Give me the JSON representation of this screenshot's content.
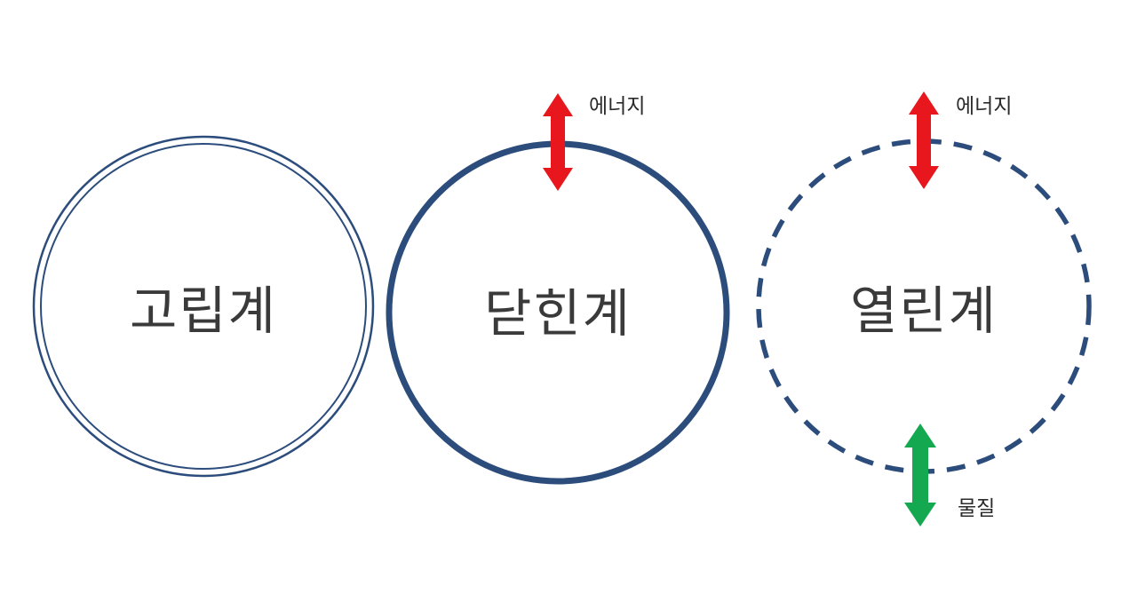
{
  "diagram": {
    "description": "thermodynamic-systems-diagram",
    "colors": {
      "circle_stroke": "#2c4d7c",
      "energy_arrow": "#e8161d",
      "matter_arrow": "#14a850",
      "label_text": "#3a3a3a"
    },
    "systems": [
      {
        "id": "isolated-system",
        "label": "고립계",
        "border_style": "double"
      },
      {
        "id": "closed-system",
        "label": "닫힌계",
        "border_style": "solid",
        "flows": [
          {
            "type": "energy",
            "label": "에너지",
            "position": "top",
            "color": "#e8161d"
          }
        ]
      },
      {
        "id": "open-system",
        "label": "열린계",
        "border_style": "dashed",
        "flows": [
          {
            "type": "energy",
            "label": "에너지",
            "position": "top",
            "color": "#e8161d"
          },
          {
            "type": "matter",
            "label": "물질",
            "position": "bottom",
            "color": "#14a850"
          }
        ]
      }
    ]
  }
}
